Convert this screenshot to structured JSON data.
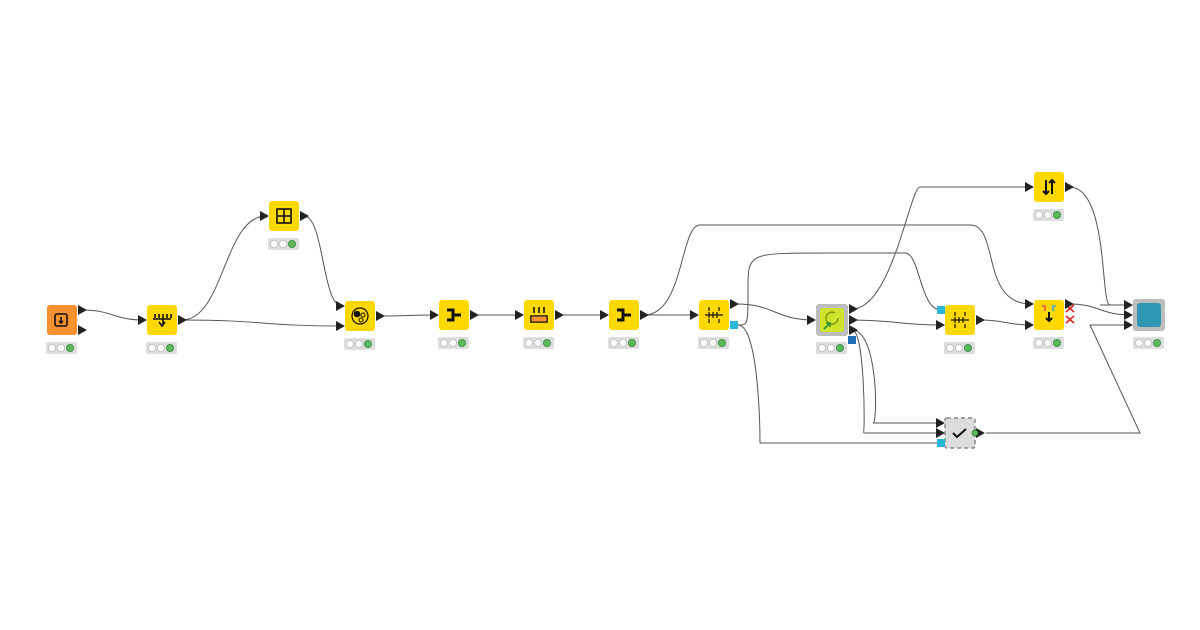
{
  "canvas": {
    "background": "#ffffff",
    "edge_color": "#555555",
    "port_color": "#222222",
    "flow_var_color": "#29b6d8"
  },
  "nodes": [
    {
      "id": "n1",
      "icon": "file-reader-icon",
      "color": "#f7902e",
      "status": "executed"
    },
    {
      "id": "n2",
      "icon": "column-filter-icon",
      "color": "#ffd800",
      "status": "executed"
    },
    {
      "id": "n3",
      "icon": "table-view-icon",
      "color": "#ffd800",
      "status": "executed"
    },
    {
      "id": "n4",
      "icon": "cluster-icon",
      "color": "#ffd800",
      "status": "executed"
    },
    {
      "id": "n5",
      "icon": "splitter-icon",
      "color": "#ffd800",
      "status": "executed"
    },
    {
      "id": "n6",
      "icon": "groupby-icon",
      "color": "#ffd800",
      "status": "executed"
    },
    {
      "id": "n7",
      "icon": "splitter-icon",
      "color": "#ffd800",
      "status": "executed"
    },
    {
      "id": "n8",
      "icon": "partitioning-icon",
      "color": "#ffd800",
      "status": "executed"
    },
    {
      "id": "n9",
      "icon": "loop-start-icon",
      "color": "#cde52c",
      "status": "executed"
    },
    {
      "id": "n10",
      "icon": "partitioning-icon",
      "color": "#ffd800",
      "status": "executed"
    },
    {
      "id": "n11",
      "icon": "sorter-icon",
      "color": "#ffd800",
      "status": "executed"
    },
    {
      "id": "n12",
      "icon": "concatenate-icon",
      "color": "#ffd800",
      "status": "executed"
    },
    {
      "id": "n13",
      "icon": "loop-end-icon",
      "color": "#2e97b3",
      "status": "executed"
    },
    {
      "id": "n14",
      "icon": "validation-component-icon",
      "color": "#dcdcdc",
      "status": "configured"
    }
  ],
  "connections": [
    {
      "from": "n1",
      "to": "n2"
    },
    {
      "from": "n2",
      "to": "n3"
    },
    {
      "from": "n2",
      "to": "n4"
    },
    {
      "from": "n3",
      "to": "n4"
    },
    {
      "from": "n4",
      "to": "n5"
    },
    {
      "from": "n5",
      "to": "n6"
    },
    {
      "from": "n6",
      "to": "n7"
    },
    {
      "from": "n7",
      "to": "n8"
    },
    {
      "from": "n7",
      "to": "n12"
    },
    {
      "from": "n8",
      "to": "n9"
    },
    {
      "from": "n8",
      "to": "n10",
      "type": "flow-variable"
    },
    {
      "from": "n8",
      "to": "n14",
      "type": "flow-variable"
    },
    {
      "from": "n9",
      "to": "n11"
    },
    {
      "from": "n9",
      "to": "n10"
    },
    {
      "from": "n9",
      "to": "n14"
    },
    {
      "from": "n9",
      "to": "n14"
    },
    {
      "from": "n10",
      "to": "n12"
    },
    {
      "from": "n11",
      "to": "n13"
    },
    {
      "from": "n12",
      "to": "n13"
    },
    {
      "from": "n14",
      "to": "n13"
    }
  ]
}
